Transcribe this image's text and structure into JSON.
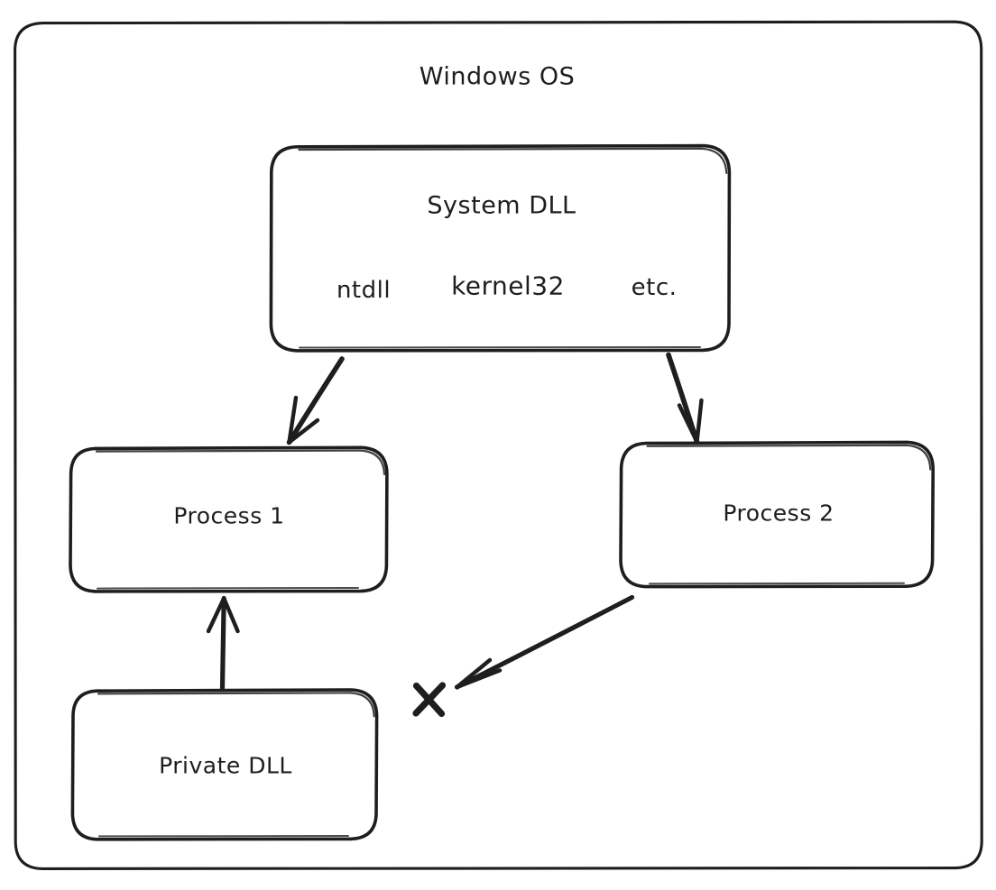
{
  "diagram": {
    "title": "Windows OS",
    "style": "hand-drawn sketch",
    "stroke_color": "#1e1e1e",
    "background_color": "#ffffff",
    "nodes": [
      {
        "id": "windows-os",
        "label": "Windows OS",
        "shape": "rounded-rectangle",
        "role": "outer-container"
      },
      {
        "id": "system-dll",
        "label": "System DLL",
        "shape": "rounded-rectangle",
        "sublabels": [
          "ntdll",
          "kernel32",
          "etc."
        ]
      },
      {
        "id": "process-1",
        "label": "Process 1",
        "shape": "rounded-rectangle"
      },
      {
        "id": "process-2",
        "label": "Process 2",
        "shape": "rounded-rectangle"
      },
      {
        "id": "private-dll",
        "label": "Private DLL",
        "shape": "rounded-rectangle"
      }
    ],
    "markers": [
      {
        "id": "blocked-marker",
        "label": "X",
        "meaning": "blocked / not allowed"
      }
    ],
    "edges": [
      {
        "id": "edge-systemdll-process1",
        "from": "system-dll",
        "to": "process-1",
        "arrow": true
      },
      {
        "id": "edge-systemdll-process2",
        "from": "system-dll",
        "to": "process-2",
        "arrow": true
      },
      {
        "id": "edge-privatedll-process1",
        "from": "private-dll",
        "to": "process-1",
        "arrow": true
      },
      {
        "id": "edge-process2-blocked",
        "from": "process-2",
        "to": "blocked-marker",
        "arrow": true
      }
    ]
  }
}
